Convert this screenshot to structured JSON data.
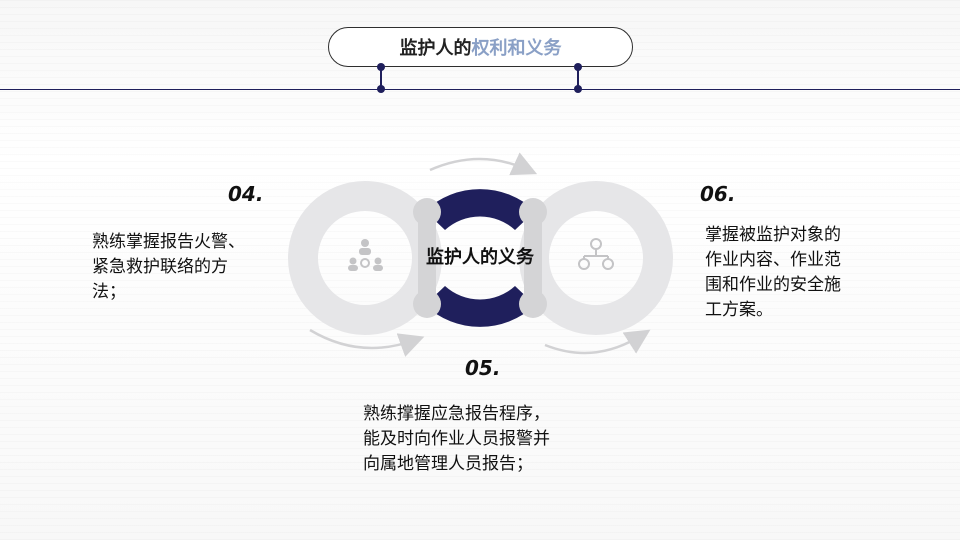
{
  "header": {
    "title_main": "监护人的",
    "title_accent": "权利和义务"
  },
  "diagram": {
    "center_label": "监护人的义务",
    "colors": {
      "primary": "#1f1f5c",
      "ring": "#e4e4e6",
      "ring_dark": "#cfcfd2",
      "arrow": "#d2d2d4",
      "accent_text": "#8aa0c6"
    },
    "icons": {
      "left": "team-gear-icon",
      "right": "org-network-icon"
    }
  },
  "items": [
    {
      "number": "04.",
      "text": "熟练掌握报告火警、\n紧急救护联络的方\n法；"
    },
    {
      "number": "05.",
      "text": "熟练撑握应急报告程序，\n能及时向作业人员报警并\n向属地管理人员报告；"
    },
    {
      "number": "06.",
      "text": "掌握被监护对象的\n作业内容、作业范\n围和作业的安全施\n工方案。"
    }
  ]
}
